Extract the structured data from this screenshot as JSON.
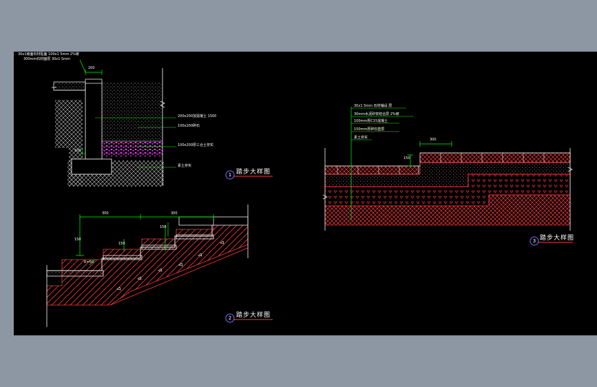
{
  "drawing": {
    "background": "#000000",
    "frame_background": "#8d96a3",
    "colors": {
      "structure": "#ffffff",
      "hatch_red": "#ff3b3b",
      "leader_green": "#00ff00",
      "gravel_magenta": "#ff44ff",
      "title_circle": "#7c6bff",
      "title_underline": "#ff3b3b"
    }
  },
  "details": [
    {
      "number": "1",
      "title": "踏步大样图",
      "notes": [
        "30x1雨面石材贴面 100x1 5mm 2%坡",
        "300mm石材面层 30x1 5mm"
      ],
      "layer_notes": [
        "200x200加混凝土 1500",
        "100x200碎石",
        "100x200厚三合土夯实",
        "素土夯实"
      ],
      "dims": [
        "200",
        "100"
      ]
    },
    {
      "number": "2",
      "title": "踏步大样图",
      "dims": [
        "300",
        "300",
        "150",
        "150",
        "150",
        "R=50"
      ]
    },
    {
      "number": "3",
      "title": "踏步大样图",
      "notes": [
        "30x1 5mm 石材铺设 层",
        "30mm水泥砂浆结合层 2%坡",
        "100mm厚C15混凝土",
        "150mm厚碎石垫层",
        "素土夯实"
      ],
      "dims": [
        "300",
        "150"
      ]
    }
  ]
}
